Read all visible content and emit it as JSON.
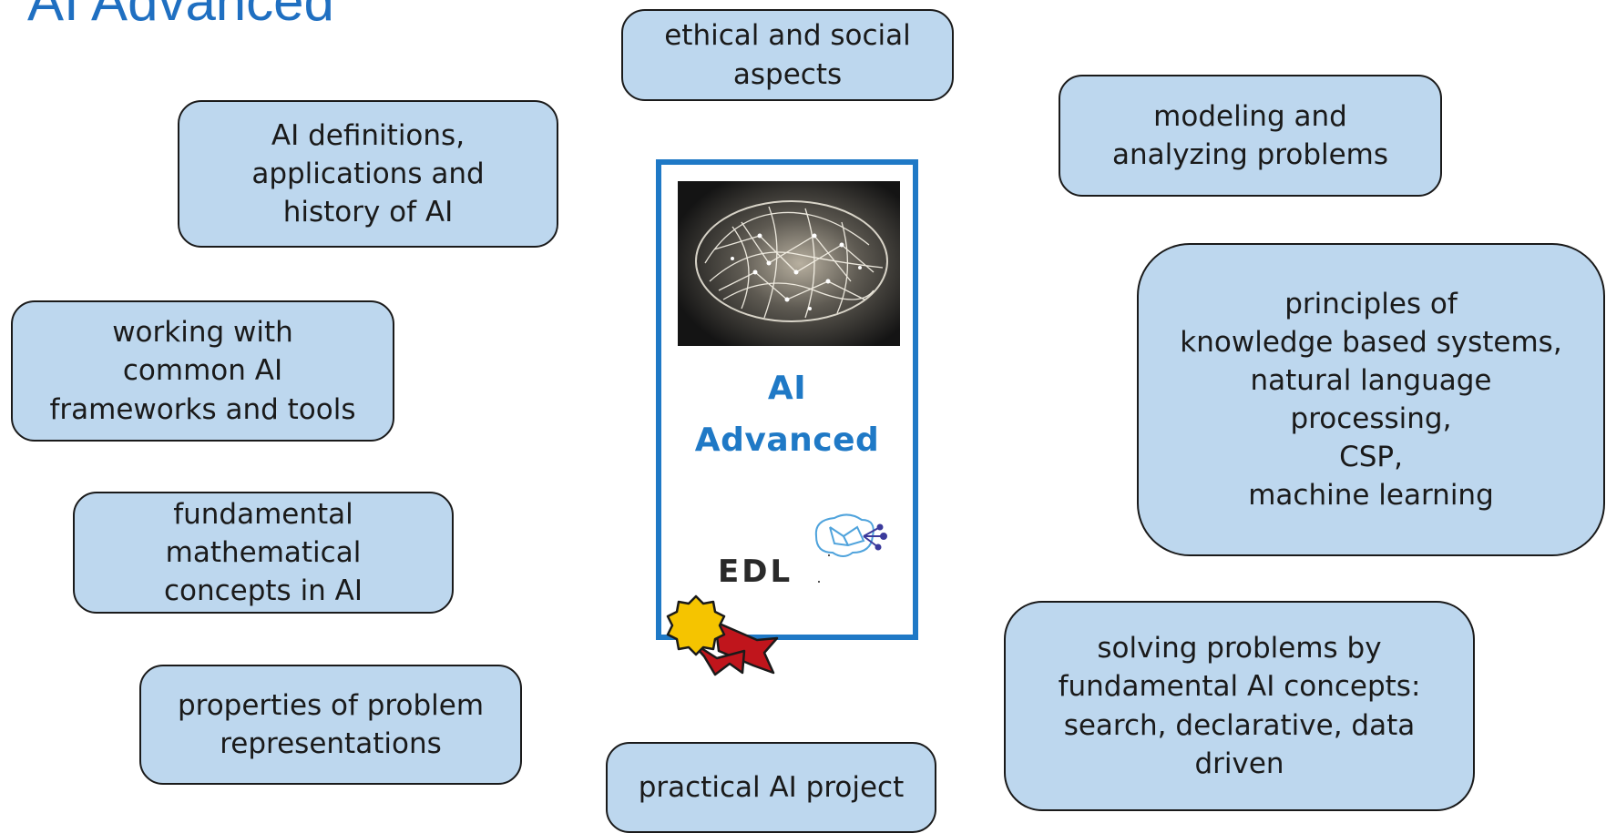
{
  "title": "AI Advanced",
  "center_card": {
    "title_line1": "AI",
    "title_line2": "Advanced",
    "edl_label": "EDL"
  },
  "topics": {
    "ethical": "ethical and social\naspects",
    "modeling": "modeling and\nanalyzing problems",
    "definitions": "AI definitions,\napplications and\nhistory of AI",
    "principles": "principles of\nknowledge based systems,\nnatural language\nprocessing,\nCSP,\nmachine learning",
    "frameworks": "working with\ncommon AI\nframeworks and tools",
    "math": "fundamental\nmathematical\nconcepts in AI",
    "solving": "solving problems by\nfundamental AI concepts:\nsearch, declarative, data\ndriven",
    "properties": "properties of problem\nrepresentations",
    "project": "practical AI project"
  },
  "colors": {
    "box_fill": "#bdd7ee",
    "box_border": "#1a1a1a",
    "accent_blue": "#1f79c6",
    "badge_gold": "#f5c400",
    "ribbon_red": "#c0151c"
  }
}
